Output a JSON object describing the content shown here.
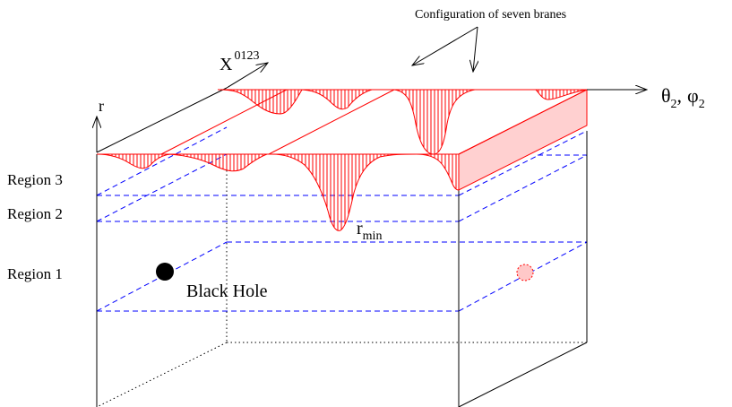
{
  "labels": {
    "caption": "Configuration of seven branes",
    "x_axis_main": "X",
    "x_axis_sup": "0123",
    "r_axis": "r",
    "angle_theta": "θ",
    "angle_theta_sub": "2",
    "angle_sep": ",",
    "angle_phi": "φ",
    "angle_phi_sub": "2",
    "rmin_main": "r",
    "rmin_sub": "min",
    "black_hole": "Black Hole",
    "regions": [
      "Region 3",
      "Region 2",
      "Region 1"
    ]
  },
  "colors": {
    "brane_red": "#ff0000",
    "brane_fill": "#ffd0d0",
    "region_dash": "#0000ff",
    "black_hole": "#000000",
    "ghost_hole": "#ffc8c8",
    "line": "#000000"
  }
}
